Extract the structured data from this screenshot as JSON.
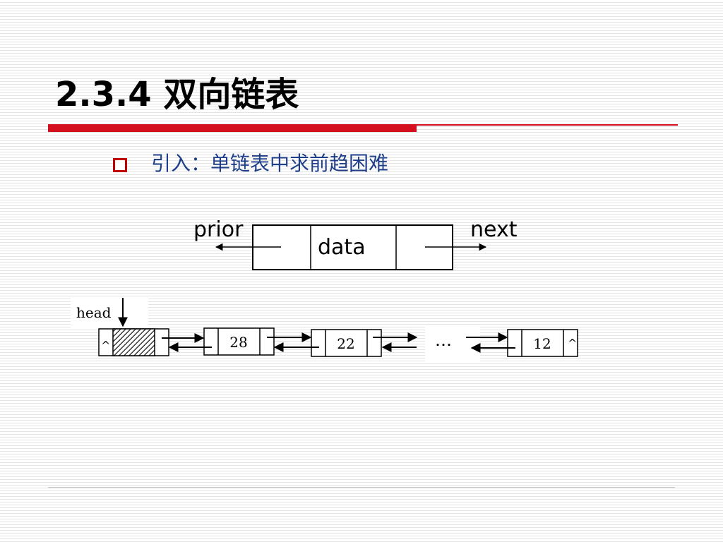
{
  "slide": {
    "title": "2.3.4 双向链表",
    "bullet": "引入：单链表中求前趋困难"
  },
  "node_structure": {
    "prior_label": "prior",
    "data_label": "data",
    "next_label": "next"
  },
  "list": {
    "head_label": "head",
    "head_null_symbol": "^",
    "nodes": [
      "28",
      "22",
      "12"
    ],
    "ellipsis": "…",
    "tail_null_symbol": "^"
  },
  "colors": {
    "accent_red": "#d4101e",
    "bullet_red": "#c00000",
    "bullet_text_blue": "#1f3f8a"
  }
}
